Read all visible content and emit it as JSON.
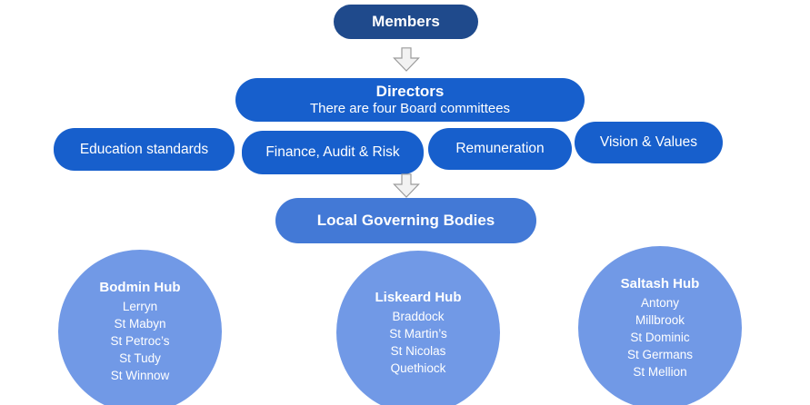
{
  "colors": {
    "members_bg": "#1F4A8C",
    "committee_bg": "#175FCC",
    "lgb_bg": "#4379D6",
    "hub_bg": "#7199E6",
    "text": "#FFFFFF",
    "arrow_fill": "#F2F2F2",
    "arrow_stroke": "#9B9B9B"
  },
  "members": {
    "label": "Members"
  },
  "directors": {
    "title": "Directors",
    "subtitle": "There are four Board committees"
  },
  "committees": [
    {
      "label": "Education standards"
    },
    {
      "label": "Finance, Audit & Risk"
    },
    {
      "label": "Remuneration"
    },
    {
      "label": "Vision & Values"
    }
  ],
  "local_governing_bodies": {
    "label": "Local Governing Bodies"
  },
  "hubs": [
    {
      "title": "Bodmin Hub",
      "schools": [
        "Lerryn",
        "St Mabyn",
        "St Petroc’s",
        "St Tudy",
        "St Winnow"
      ]
    },
    {
      "title": "Liskeard Hub",
      "schools": [
        "Braddock",
        "St Martin’s",
        "St Nicolas",
        "Quethiock"
      ]
    },
    {
      "title": "Saltash Hub",
      "schools": [
        "Antony",
        "Millbrook",
        "St Dominic",
        "St Germans",
        "St Mellion"
      ]
    }
  ]
}
